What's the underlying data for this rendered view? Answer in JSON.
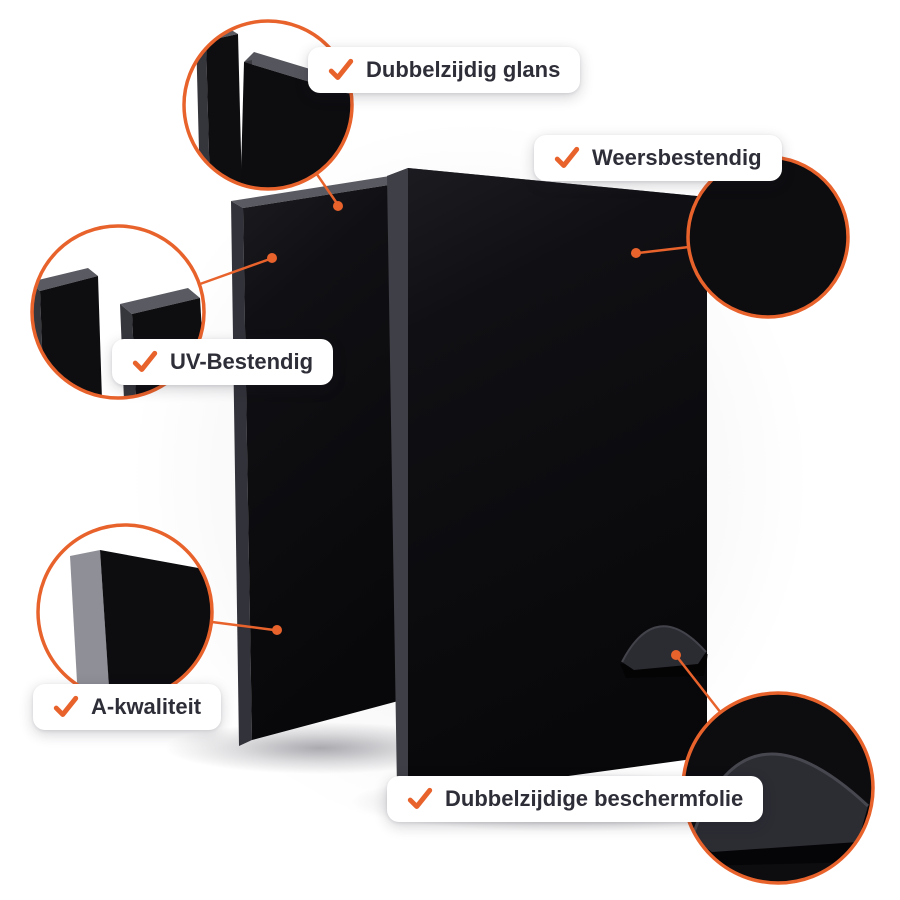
{
  "features": [
    {
      "id": "gloss",
      "label": "Dubbelzijdig glans"
    },
    {
      "id": "weather",
      "label": "Weersbestendig"
    },
    {
      "id": "uv",
      "label": "UV-Bestendig"
    },
    {
      "id": "quality",
      "label": "A-kwaliteit"
    },
    {
      "id": "film",
      "label": "Dubbelzijdige beschermfolie"
    }
  ],
  "icons": {
    "feature_bullet": "check-icon",
    "detail_callout": "magnifier-circle"
  },
  "colors": {
    "accent_orange": "#E8622C",
    "panel_black": "#0D0D10",
    "panel_edge_gray": "#5A5A62",
    "label_text": "#2E2E38",
    "background": "#FFFFFF"
  }
}
